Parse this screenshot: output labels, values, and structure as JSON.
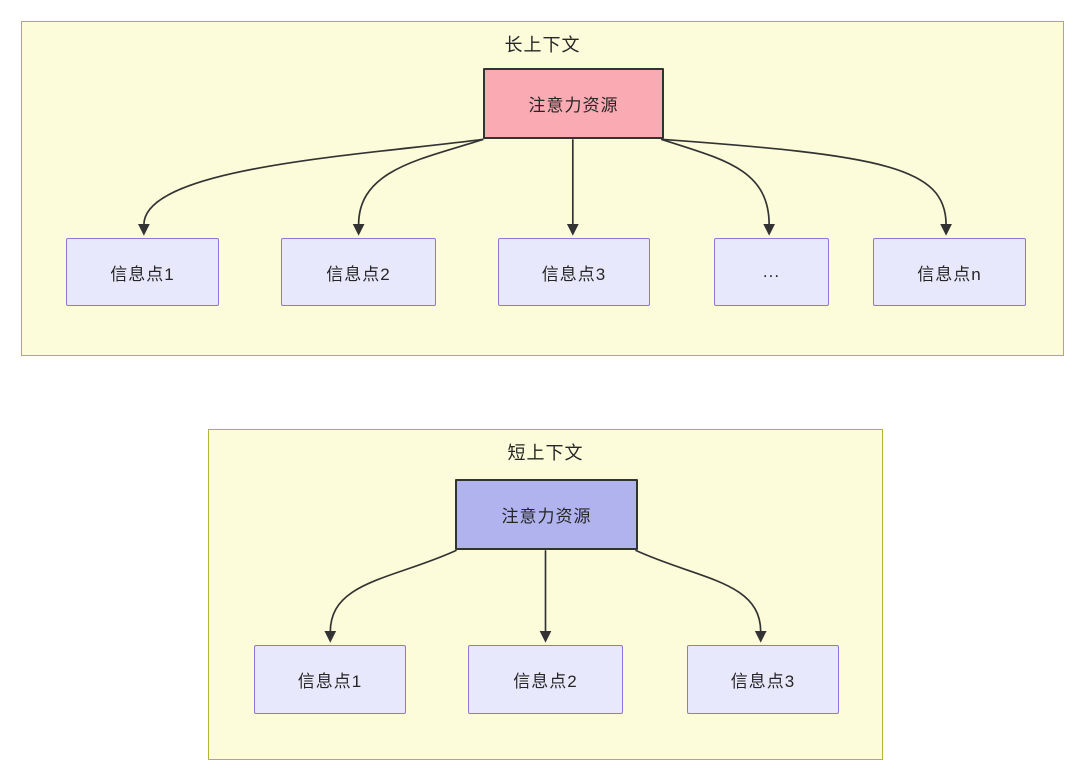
{
  "top": {
    "title": "长上下文",
    "source_label": "注意力资源",
    "targets": [
      "信息点1",
      "信息点2",
      "信息点3",
      "...",
      "信息点n"
    ]
  },
  "bottom": {
    "title": "短上下文",
    "source_label": "注意力资源",
    "targets": [
      "信息点1",
      "信息点2",
      "信息点3"
    ]
  },
  "colors": {
    "panel_fill": "#fcfcdb",
    "panel_border": "#b3b33a",
    "attention_top_fill": "#f9aab2",
    "attention_bottom_fill": "#b1b3ef",
    "node_border_dark": "#333333",
    "info_fill": "#e8e8fc",
    "info_border": "#9673db",
    "edge": "#333333",
    "text": "#262626"
  }
}
